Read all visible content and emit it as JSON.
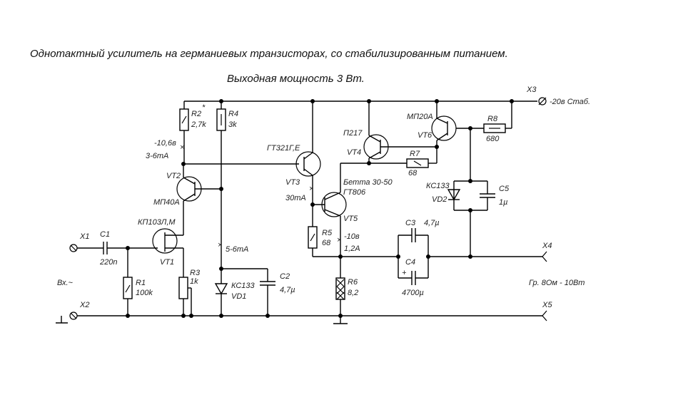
{
  "title": "Однотактный усилитель на германиевых транзисторах, со стабилизированным питанием.",
  "subtitle": "Выходная мощность 3 Вт.",
  "connectors": {
    "x1": "X1",
    "x2": "X2",
    "x3": "X3",
    "x4": "X4",
    "x5": "X5",
    "x3_note": "-20в Стаб.",
    "input_note": "Вх.~",
    "output_note": "Гр. 8Ом - 10Вт"
  },
  "components": {
    "c1": {
      "ref": "C1",
      "value": "220n"
    },
    "r1": {
      "ref": "R1",
      "value": "100k"
    },
    "vt1": {
      "ref": "VT1",
      "type": "КП103Л,М"
    },
    "r3": {
      "ref": "R3",
      "value": "1k"
    },
    "vt2": {
      "ref": "VT2",
      "type": "МП40А"
    },
    "r2": {
      "ref": "R2",
      "mark": "*",
      "value": "2,7k"
    },
    "r4": {
      "ref": "R4",
      "value": "3k"
    },
    "vd1": {
      "ref": "VD1",
      "type": "КС133"
    },
    "c2": {
      "ref": "C2",
      "value": "4,7µ"
    },
    "vt3": {
      "ref": "VT3",
      "type": "ГТ321Г,Е"
    },
    "r5": {
      "ref": "R5",
      "value": "68"
    },
    "vt5": {
      "ref": "VT5",
      "type": "ГТ806",
      "note": "Бетта 30-50"
    },
    "r6": {
      "ref": "R6",
      "value": "8,2"
    },
    "vt4": {
      "ref": "VT4",
      "type": "П217"
    },
    "r7": {
      "ref": "R7",
      "value": "68"
    },
    "vt6": {
      "ref": "VT6",
      "type": "МП20А"
    },
    "r8": {
      "ref": "R8",
      "value": "680"
    },
    "vd2": {
      "ref": "VD2",
      "type": "КС133"
    },
    "c5": {
      "ref": "C5",
      "value": "1µ"
    },
    "c3": {
      "ref": "C3",
      "value": "4,7µ"
    },
    "c4": {
      "ref": "C4",
      "value": "4700µ",
      "polarity": "+"
    }
  },
  "measurements": {
    "vt2_voltage": "-10,6в",
    "vt2_current": "3-6mA",
    "vd1_current": "5-6mA",
    "vt3_current": "30mA",
    "vt5_voltage": "-10в",
    "vt5_current": "1,2A"
  }
}
